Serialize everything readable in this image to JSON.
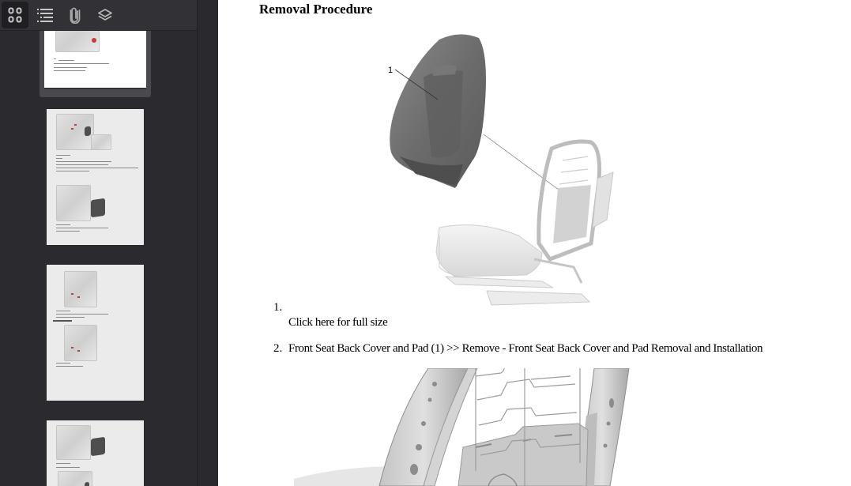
{
  "sidebar": {
    "toolbar": {
      "buttons": [
        {
          "name": "thumbnails",
          "icon": "grid-icon",
          "active": true
        },
        {
          "name": "outline",
          "icon": "list-icon",
          "active": false
        },
        {
          "name": "attachments",
          "icon": "paperclip-icon",
          "active": false
        },
        {
          "name": "layers",
          "icon": "layers-icon",
          "active": false
        }
      ]
    },
    "thumbnails": [
      {
        "page": 1,
        "selected": true
      },
      {
        "page": 2,
        "selected": false
      },
      {
        "page": 3,
        "selected": false
      },
      {
        "page": 4,
        "selected": false
      }
    ]
  },
  "document": {
    "heading": "Removal Procedure",
    "figure1": {
      "callout": "1"
    },
    "steps": [
      {
        "number": "1.",
        "text": "",
        "link": "Click here for full size"
      },
      {
        "number": "2.",
        "text": "Front Seat Back Cover and Pad (1) >> Remove - Front Seat Back Cover and Pad Removal and Installation"
      }
    ]
  },
  "colors": {
    "sidebar_bg": "#2b2a2f",
    "toolbar_bg": "#323136",
    "active_tool_bg": "#1f1e22",
    "icon_color": "#c8c8c8",
    "thumb_bg": "#ebebeb",
    "selected_frame": "#4a494e",
    "page_bg": "#ffffff"
  }
}
